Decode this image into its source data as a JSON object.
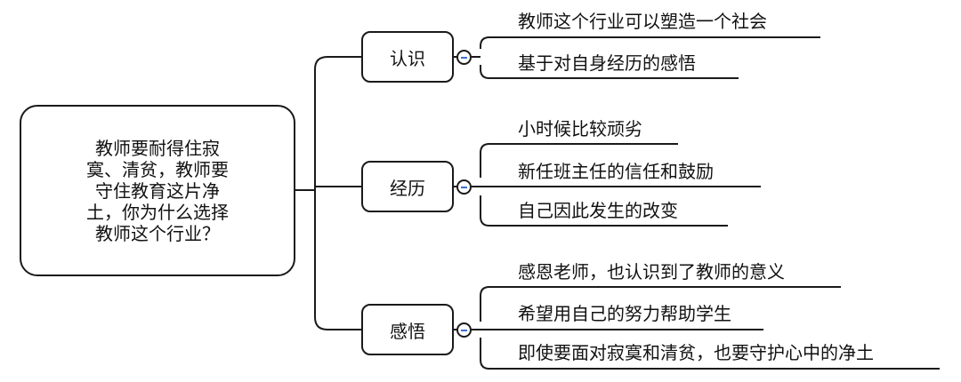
{
  "root": {
    "text": "教师要耐得住寂寞、清贫，教师要守住教育这片净土，你为什么选择教师这个行业？"
  },
  "topics": [
    {
      "label": "认识",
      "leaves": [
        "教师这个行业可以塑造一个社会",
        "基于对自身经历的感悟"
      ]
    },
    {
      "label": "经历",
      "leaves": [
        "小时候比较顽劣",
        "新任班主任的信任和鼓励",
        "自己因此发生的改变"
      ]
    },
    {
      "label": "感悟",
      "leaves": [
        "感恩老师，也认识到了教师的意义",
        "希望用自己的努力帮助学生",
        "即使要面对寂寞和清贫，也要守护心中的净土"
      ]
    }
  ],
  "colors": {
    "line": "#1a1a1a",
    "collapse_minus": "#3b6fd8"
  }
}
